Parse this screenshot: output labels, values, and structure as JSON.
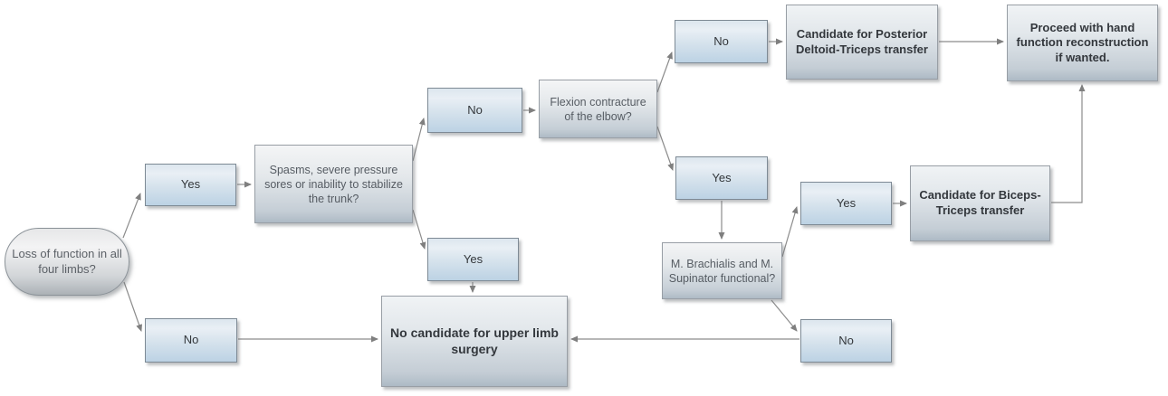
{
  "diagram": {
    "type": "flowchart",
    "background": "#ffffff",
    "colors": {
      "connector": "#808080",
      "box_border": "#8a9199",
      "small_box_fill_top": "#e9eff5",
      "small_box_fill_bottom": "#bcd2e4",
      "grey_box_fill_top": "#f4f5f6",
      "grey_box_fill_bottom": "#aebac5",
      "question_text": "#565c63",
      "outcome_text": "#33373c"
    }
  },
  "nodes": {
    "start": {
      "label": "Loss of function in all four limbs?",
      "shape": "ellipse"
    },
    "yes1": {
      "label": "Yes",
      "shape": "box"
    },
    "no1": {
      "label": "No",
      "shape": "box"
    },
    "spasms": {
      "label": "Spasms, severe pressure sores or inability to stabilize the trunk?",
      "shape": "box"
    },
    "no2": {
      "label": "No",
      "shape": "box"
    },
    "yes2": {
      "label": "Yes",
      "shape": "box"
    },
    "flexion": {
      "label": "Flexion contracture of the elbow?",
      "shape": "box"
    },
    "no3": {
      "label": "No",
      "shape": "box"
    },
    "yes3": {
      "label": "Yes",
      "shape": "box"
    },
    "brachialis": {
      "label": "M. Brachialis and M. Supinator functional?",
      "shape": "box"
    },
    "deltoid": {
      "label": "Candidate for Posterior Deltoid-Triceps transfer",
      "shape": "box"
    },
    "yes4": {
      "label": "Yes",
      "shape": "box"
    },
    "no4": {
      "label": "No",
      "shape": "box"
    },
    "biceps": {
      "label": "Candidate for Biceps-Triceps transfer",
      "shape": "box"
    },
    "proceed": {
      "label": "Proceed with hand function reconstruction if wanted.",
      "shape": "box"
    },
    "noCandidate": {
      "label": "No candidate for upper limb surgery",
      "shape": "box"
    }
  },
  "edges": [
    {
      "from": "start",
      "to": "yes1"
    },
    {
      "from": "start",
      "to": "no1"
    },
    {
      "from": "yes1",
      "to": "spasms"
    },
    {
      "from": "spasms",
      "to": "no2"
    },
    {
      "from": "spasms",
      "to": "yes2"
    },
    {
      "from": "no2",
      "to": "flexion"
    },
    {
      "from": "flexion",
      "to": "no3"
    },
    {
      "from": "flexion",
      "to": "yes3"
    },
    {
      "from": "no3",
      "to": "deltoid"
    },
    {
      "from": "deltoid",
      "to": "proceed"
    },
    {
      "from": "yes3",
      "to": "brachialis"
    },
    {
      "from": "brachialis",
      "to": "yes4"
    },
    {
      "from": "brachialis",
      "to": "no4"
    },
    {
      "from": "yes4",
      "to": "biceps"
    },
    {
      "from": "biceps",
      "to": "proceed"
    },
    {
      "from": "yes2",
      "to": "noCandidate"
    },
    {
      "from": "no1",
      "to": "noCandidate"
    },
    {
      "from": "no4",
      "to": "noCandidate"
    }
  ]
}
